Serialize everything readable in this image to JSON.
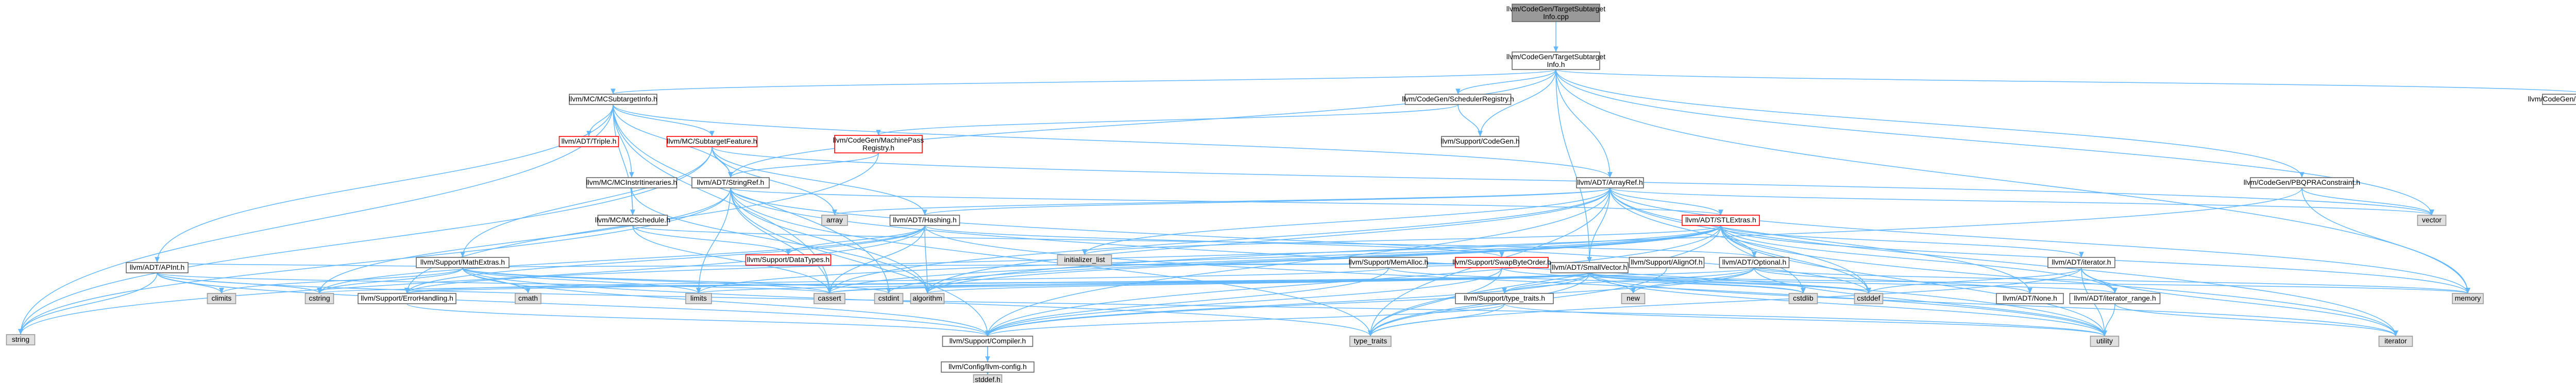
{
  "colors": {
    "edge": "#63b8ff",
    "node_fill": "#ffffff",
    "node_border": "#666666",
    "root_fill": "#999999",
    "root_border": "#666666",
    "external_fill": "#e0e0e0",
    "external_border": "#999999",
    "highlight_border": "#ff0000"
  },
  "nodes": [
    {
      "id": "root",
      "lines": [
        "llvm/CodeGen/TargetSubtarget",
        "Info.cpp"
      ],
      "kind": "root"
    },
    {
      "id": "tsi",
      "lines": [
        "llvm/CodeGen/TargetSubtarget",
        "Info.h"
      ],
      "kind": "normal"
    },
    {
      "id": "mcsti",
      "lines": [
        "llvm/MC/MCSubtargetInfo.h"
      ],
      "kind": "normal"
    },
    {
      "id": "schedreg",
      "lines": [
        "llvm/CodeGen/SchedulerRegistry.h"
      ],
      "kind": "normal"
    },
    {
      "id": "schedmut",
      "lines": [
        "llvm/CodeGen/ScheduleDAGMutation.h"
      ],
      "kind": "normal"
    },
    {
      "id": "triple",
      "lines": [
        "llvm/ADT/Triple.h"
      ],
      "kind": "highlight"
    },
    {
      "id": "mcfeat",
      "lines": [
        "llvm/MC/SubtargetFeature.h"
      ],
      "kind": "highlight"
    },
    {
      "id": "machpass",
      "lines": [
        "llvm/CodeGen/MachinePass",
        "Registry.h"
      ],
      "kind": "highlight"
    },
    {
      "id": "codegenh",
      "lines": [
        "llvm/Support/CodeGen.h"
      ],
      "kind": "normal"
    },
    {
      "id": "pbqp",
      "lines": [
        "llvm/CodeGen/PBQPRAConstraint.h"
      ],
      "kind": "normal"
    },
    {
      "id": "mcinstr",
      "lines": [
        "llvm/MC/MCInstrItineraries.h"
      ],
      "kind": "normal"
    },
    {
      "id": "stringref",
      "lines": [
        "llvm/ADT/StringRef.h"
      ],
      "kind": "normal"
    },
    {
      "id": "arrayref",
      "lines": [
        "llvm/ADT/ArrayRef.h"
      ],
      "kind": "normal"
    },
    {
      "id": "mcsched",
      "lines": [
        "llvm/MC/MCSchedule.h"
      ],
      "kind": "normal"
    },
    {
      "id": "array",
      "lines": [
        "array"
      ],
      "kind": "external"
    },
    {
      "id": "hashing",
      "lines": [
        "llvm/ADT/Hashing.h"
      ],
      "kind": "normal"
    },
    {
      "id": "stlextras",
      "lines": [
        "llvm/ADT/STLExtras.h"
      ],
      "kind": "highlight"
    },
    {
      "id": "vector",
      "lines": [
        "vector"
      ],
      "kind": "external"
    },
    {
      "id": "aprint",
      "lines": [
        "llvm/ADT/APInt.h"
      ],
      "kind": "normal"
    },
    {
      "id": "smallvec",
      "lines": [
        "llvm/ADT/SmallVector.h"
      ],
      "kind": "normal"
    },
    {
      "id": "datatypes",
      "lines": [
        "llvm/Support/DataTypes.h"
      ],
      "kind": "highlight"
    },
    {
      "id": "initlist",
      "lines": [
        "initializer_list"
      ],
      "kind": "external"
    },
    {
      "id": "mathext",
      "lines": [
        "llvm/Support/MathExtras.h"
      ],
      "kind": "normal"
    },
    {
      "id": "memalloc",
      "lines": [
        "llvm/Support/MemAlloc.h"
      ],
      "kind": "normal"
    },
    {
      "id": "swapbyte",
      "lines": [
        "llvm/Support/SwapByteOrder.h"
      ],
      "kind": "highlight"
    },
    {
      "id": "alignof",
      "lines": [
        "llvm/Support/AlignOf.h"
      ],
      "kind": "normal"
    },
    {
      "id": "optional",
      "lines": [
        "llvm/ADT/Optional.h"
      ],
      "kind": "normal"
    },
    {
      "id": "iterator",
      "lines": [
        "llvm/ADT/iterator.h"
      ],
      "kind": "normal"
    },
    {
      "id": "climits",
      "lines": [
        "climits"
      ],
      "kind": "external"
    },
    {
      "id": "cstring",
      "lines": [
        "cstring"
      ],
      "kind": "external"
    },
    {
      "id": "errh",
      "lines": [
        "llvm/Support/ErrorHandling.h"
      ],
      "kind": "normal"
    },
    {
      "id": "cmath",
      "lines": [
        "cmath"
      ],
      "kind": "external"
    },
    {
      "id": "limits",
      "lines": [
        "limits"
      ],
      "kind": "external"
    },
    {
      "id": "cassert",
      "lines": [
        "cassert"
      ],
      "kind": "external"
    },
    {
      "id": "cstdint",
      "lines": [
        "cstdint"
      ],
      "kind": "external"
    },
    {
      "id": "algorithm",
      "lines": [
        "algorithm"
      ],
      "kind": "external"
    },
    {
      "id": "new",
      "lines": [
        "new"
      ],
      "kind": "external"
    },
    {
      "id": "cstdlib",
      "lines": [
        "cstdlib"
      ],
      "kind": "external"
    },
    {
      "id": "typetraitsh",
      "lines": [
        "llvm/Support/type_traits.h"
      ],
      "kind": "normal"
    },
    {
      "id": "cstddef",
      "lines": [
        "cstddef"
      ],
      "kind": "external"
    },
    {
      "id": "none",
      "lines": [
        "llvm/ADT/None.h"
      ],
      "kind": "normal"
    },
    {
      "id": "memory",
      "lines": [
        "memory"
      ],
      "kind": "external"
    },
    {
      "id": "iterrange",
      "lines": [
        "llvm/ADT/iterator_range.h"
      ],
      "kind": "normal"
    },
    {
      "id": "string",
      "lines": [
        "string"
      ],
      "kind": "external"
    },
    {
      "id": "compiler",
      "lines": [
        "llvm/Support/Compiler.h"
      ],
      "kind": "normal"
    },
    {
      "id": "type_traits",
      "lines": [
        "type_traits"
      ],
      "kind": "external"
    },
    {
      "id": "utility",
      "lines": [
        "utility"
      ],
      "kind": "external"
    },
    {
      "id": "iteratorstd",
      "lines": [
        "iterator"
      ],
      "kind": "external"
    },
    {
      "id": "config",
      "lines": [
        "llvm/Config/llvm-config.h"
      ],
      "kind": "normal"
    },
    {
      "id": "stddef",
      "lines": [
        "stddef.h"
      ],
      "kind": "external"
    }
  ],
  "edges": [
    [
      "root",
      "tsi"
    ],
    [
      "tsi",
      "mcsti"
    ],
    [
      "tsi",
      "schedreg"
    ],
    [
      "tsi",
      "schedmut"
    ],
    [
      "tsi",
      "pbqp"
    ],
    [
      "tsi",
      "arrayref"
    ],
    [
      "tsi",
      "smallvec"
    ],
    [
      "tsi",
      "stringref"
    ],
    [
      "tsi",
      "codegenh"
    ],
    [
      "tsi",
      "vector"
    ],
    [
      "tsi",
      "memory"
    ],
    [
      "mcsti",
      "triple"
    ],
    [
      "mcsti",
      "mcfeat"
    ],
    [
      "mcsti",
      "mcinstr"
    ],
    [
      "mcsti",
      "mcsched"
    ],
    [
      "mcsti",
      "arrayref"
    ],
    [
      "mcsti",
      "stringref"
    ],
    [
      "mcsti",
      "aprint"
    ],
    [
      "mcsti",
      "string"
    ],
    [
      "mcsti",
      "cassert"
    ],
    [
      "mcsti",
      "cstdint"
    ],
    [
      "schedreg",
      "machpass"
    ],
    [
      "schedreg",
      "codegenh"
    ],
    [
      "machpass",
      "stringref"
    ],
    [
      "machpass",
      "errh"
    ],
    [
      "mcfeat",
      "stringref"
    ],
    [
      "mcfeat",
      "array"
    ],
    [
      "mcfeat",
      "hashing"
    ],
    [
      "mcfeat",
      "mathext"
    ],
    [
      "mcfeat",
      "string"
    ],
    [
      "mcfeat",
      "vector"
    ],
    [
      "mcfeat",
      "bitset"
    ],
    [
      "mcinstr",
      "mcsched"
    ],
    [
      "mcinstr",
      "algorithm"
    ],
    [
      "mcsched",
      "datatypes"
    ],
    [
      "mcsched",
      "cassert"
    ],
    [
      "mcsched",
      "optional"
    ],
    [
      "stringref",
      "stlextras"
    ],
    [
      "stringref",
      "compiler"
    ],
    [
      "stringref",
      "algorithm"
    ],
    [
      "stringref",
      "cassert"
    ],
    [
      "stringref",
      "cstddef"
    ],
    [
      "stringref",
      "cstring"
    ],
    [
      "stringref",
      "limits"
    ],
    [
      "stringref",
      "string"
    ],
    [
      "stringref",
      "type_traits"
    ],
    [
      "stringref",
      "utility"
    ],
    [
      "arrayref",
      "hashing"
    ],
    [
      "arrayref",
      "none"
    ],
    [
      "arrayref",
      "smallvec"
    ],
    [
      "arrayref",
      "stlextras"
    ],
    [
      "arrayref",
      "compiler"
    ],
    [
      "arrayref",
      "algorithm"
    ],
    [
      "arrayref",
      "array"
    ],
    [
      "arrayref",
      "cassert"
    ],
    [
      "arrayref",
      "cstddef"
    ],
    [
      "arrayref",
      "initlist"
    ],
    [
      "arrayref",
      "iteratorstd"
    ],
    [
      "arrayref",
      "memory"
    ],
    [
      "arrayref",
      "type_traits"
    ],
    [
      "arrayref",
      "vector"
    ],
    [
      "pbqp",
      "algorithm"
    ],
    [
      "pbqp",
      "memory"
    ],
    [
      "pbqp",
      "vector"
    ],
    [
      "aprint",
      "compiler"
    ],
    [
      "aprint",
      "mathext"
    ],
    [
      "aprint",
      "cassert"
    ],
    [
      "aprint",
      "climits"
    ],
    [
      "aprint",
      "cstring"
    ],
    [
      "aprint",
      "utility"
    ],
    [
      "aprint",
      "string"
    ],
    [
      "hashing",
      "errh"
    ],
    [
      "hashing",
      "swapbyte"
    ],
    [
      "hashing",
      "datatypes"
    ],
    [
      "hashing",
      "algorithm"
    ],
    [
      "hashing",
      "cassert"
    ],
    [
      "hashing",
      "cstring"
    ],
    [
      "hashing",
      "string"
    ],
    [
      "hashing",
      "tuple"
    ],
    [
      "hashing",
      "utility"
    ],
    [
      "stlextras",
      "optional"
    ],
    [
      "stlextras",
      "iterator"
    ],
    [
      "stlextras",
      "iterrange"
    ],
    [
      "stlextras",
      "compiler"
    ],
    [
      "stlextras",
      "errh"
    ],
    [
      "stlextras",
      "algorithm"
    ],
    [
      "stlextras",
      "cassert"
    ],
    [
      "stlextras",
      "cstddef"
    ],
    [
      "stlextras",
      "cstdint"
    ],
    [
      "stlextras",
      "cstdlib"
    ],
    [
      "stlextras",
      "functional"
    ],
    [
      "stlextras",
      "initlist"
    ],
    [
      "stlextras",
      "iteratorstd"
    ],
    [
      "stlextras",
      "limits"
    ],
    [
      "stlextras",
      "memory"
    ],
    [
      "stlextras",
      "tuple"
    ],
    [
      "stlextras",
      "type_traits"
    ],
    [
      "stlextras",
      "utility"
    ],
    [
      "smallvec",
      "iterrange"
    ],
    [
      "smallvec",
      "alignof"
    ],
    [
      "smallvec",
      "compiler"
    ],
    [
      "smallvec",
      "mathext"
    ],
    [
      "smallvec",
      "memalloc"
    ],
    [
      "smallvec",
      "typetraitsh"
    ],
    [
      "smallvec",
      "errh"
    ],
    [
      "smallvec",
      "algorithm"
    ],
    [
      "smallvec",
      "cassert"
    ],
    [
      "smallvec",
      "cstddef"
    ],
    [
      "smallvec",
      "cstdlib"
    ],
    [
      "smallvec",
      "cstring"
    ],
    [
      "smallvec",
      "initlist"
    ],
    [
      "smallvec",
      "iteratorstd"
    ],
    [
      "smallvec",
      "limits"
    ],
    [
      "smallvec",
      "memory"
    ],
    [
      "smallvec",
      "new"
    ],
    [
      "smallvec",
      "type_traits"
    ],
    [
      "smallvec",
      "utility"
    ],
    [
      "mathext",
      "compiler"
    ],
    [
      "mathext",
      "cassert"
    ],
    [
      "mathext",
      "climits"
    ],
    [
      "mathext",
      "cmath"
    ],
    [
      "mathext",
      "cstdint"
    ],
    [
      "mathext",
      "cstring"
    ],
    [
      "mathext",
      "limits"
    ],
    [
      "mathext",
      "type_traits"
    ],
    [
      "memalloc",
      "compiler"
    ],
    [
      "memalloc",
      "errh"
    ],
    [
      "memalloc",
      "cstdlib"
    ],
    [
      "swapbyte",
      "compiler"
    ],
    [
      "swapbyte",
      "cstddef"
    ],
    [
      "swapbyte",
      "type_traits"
    ],
    [
      "alignof",
      "type_traits"
    ],
    [
      "optional",
      "none"
    ],
    [
      "optional",
      "compiler"
    ],
    [
      "optional",
      "typetraitsh"
    ],
    [
      "optional",
      "cassert"
    ],
    [
      "optional",
      "memory"
    ],
    [
      "optional",
      "new"
    ],
    [
      "optional",
      "utility"
    ],
    [
      "iterator",
      "iterrange"
    ],
    [
      "iterator",
      "cstddef"
    ],
    [
      "iterator",
      "iteratorstd"
    ],
    [
      "iterator",
      "type_traits"
    ],
    [
      "iterator",
      "utility"
    ],
    [
      "iterrange",
      "iteratorstd"
    ],
    [
      "iterrange",
      "utility"
    ],
    [
      "typetraitsh",
      "compiler"
    ],
    [
      "typetraitsh",
      "type_traits"
    ],
    [
      "typetraitsh",
      "utility"
    ],
    [
      "errh",
      "compiler"
    ],
    [
      "compiler",
      "config"
    ],
    [
      "compiler",
      "stddef"
    ]
  ]
}
